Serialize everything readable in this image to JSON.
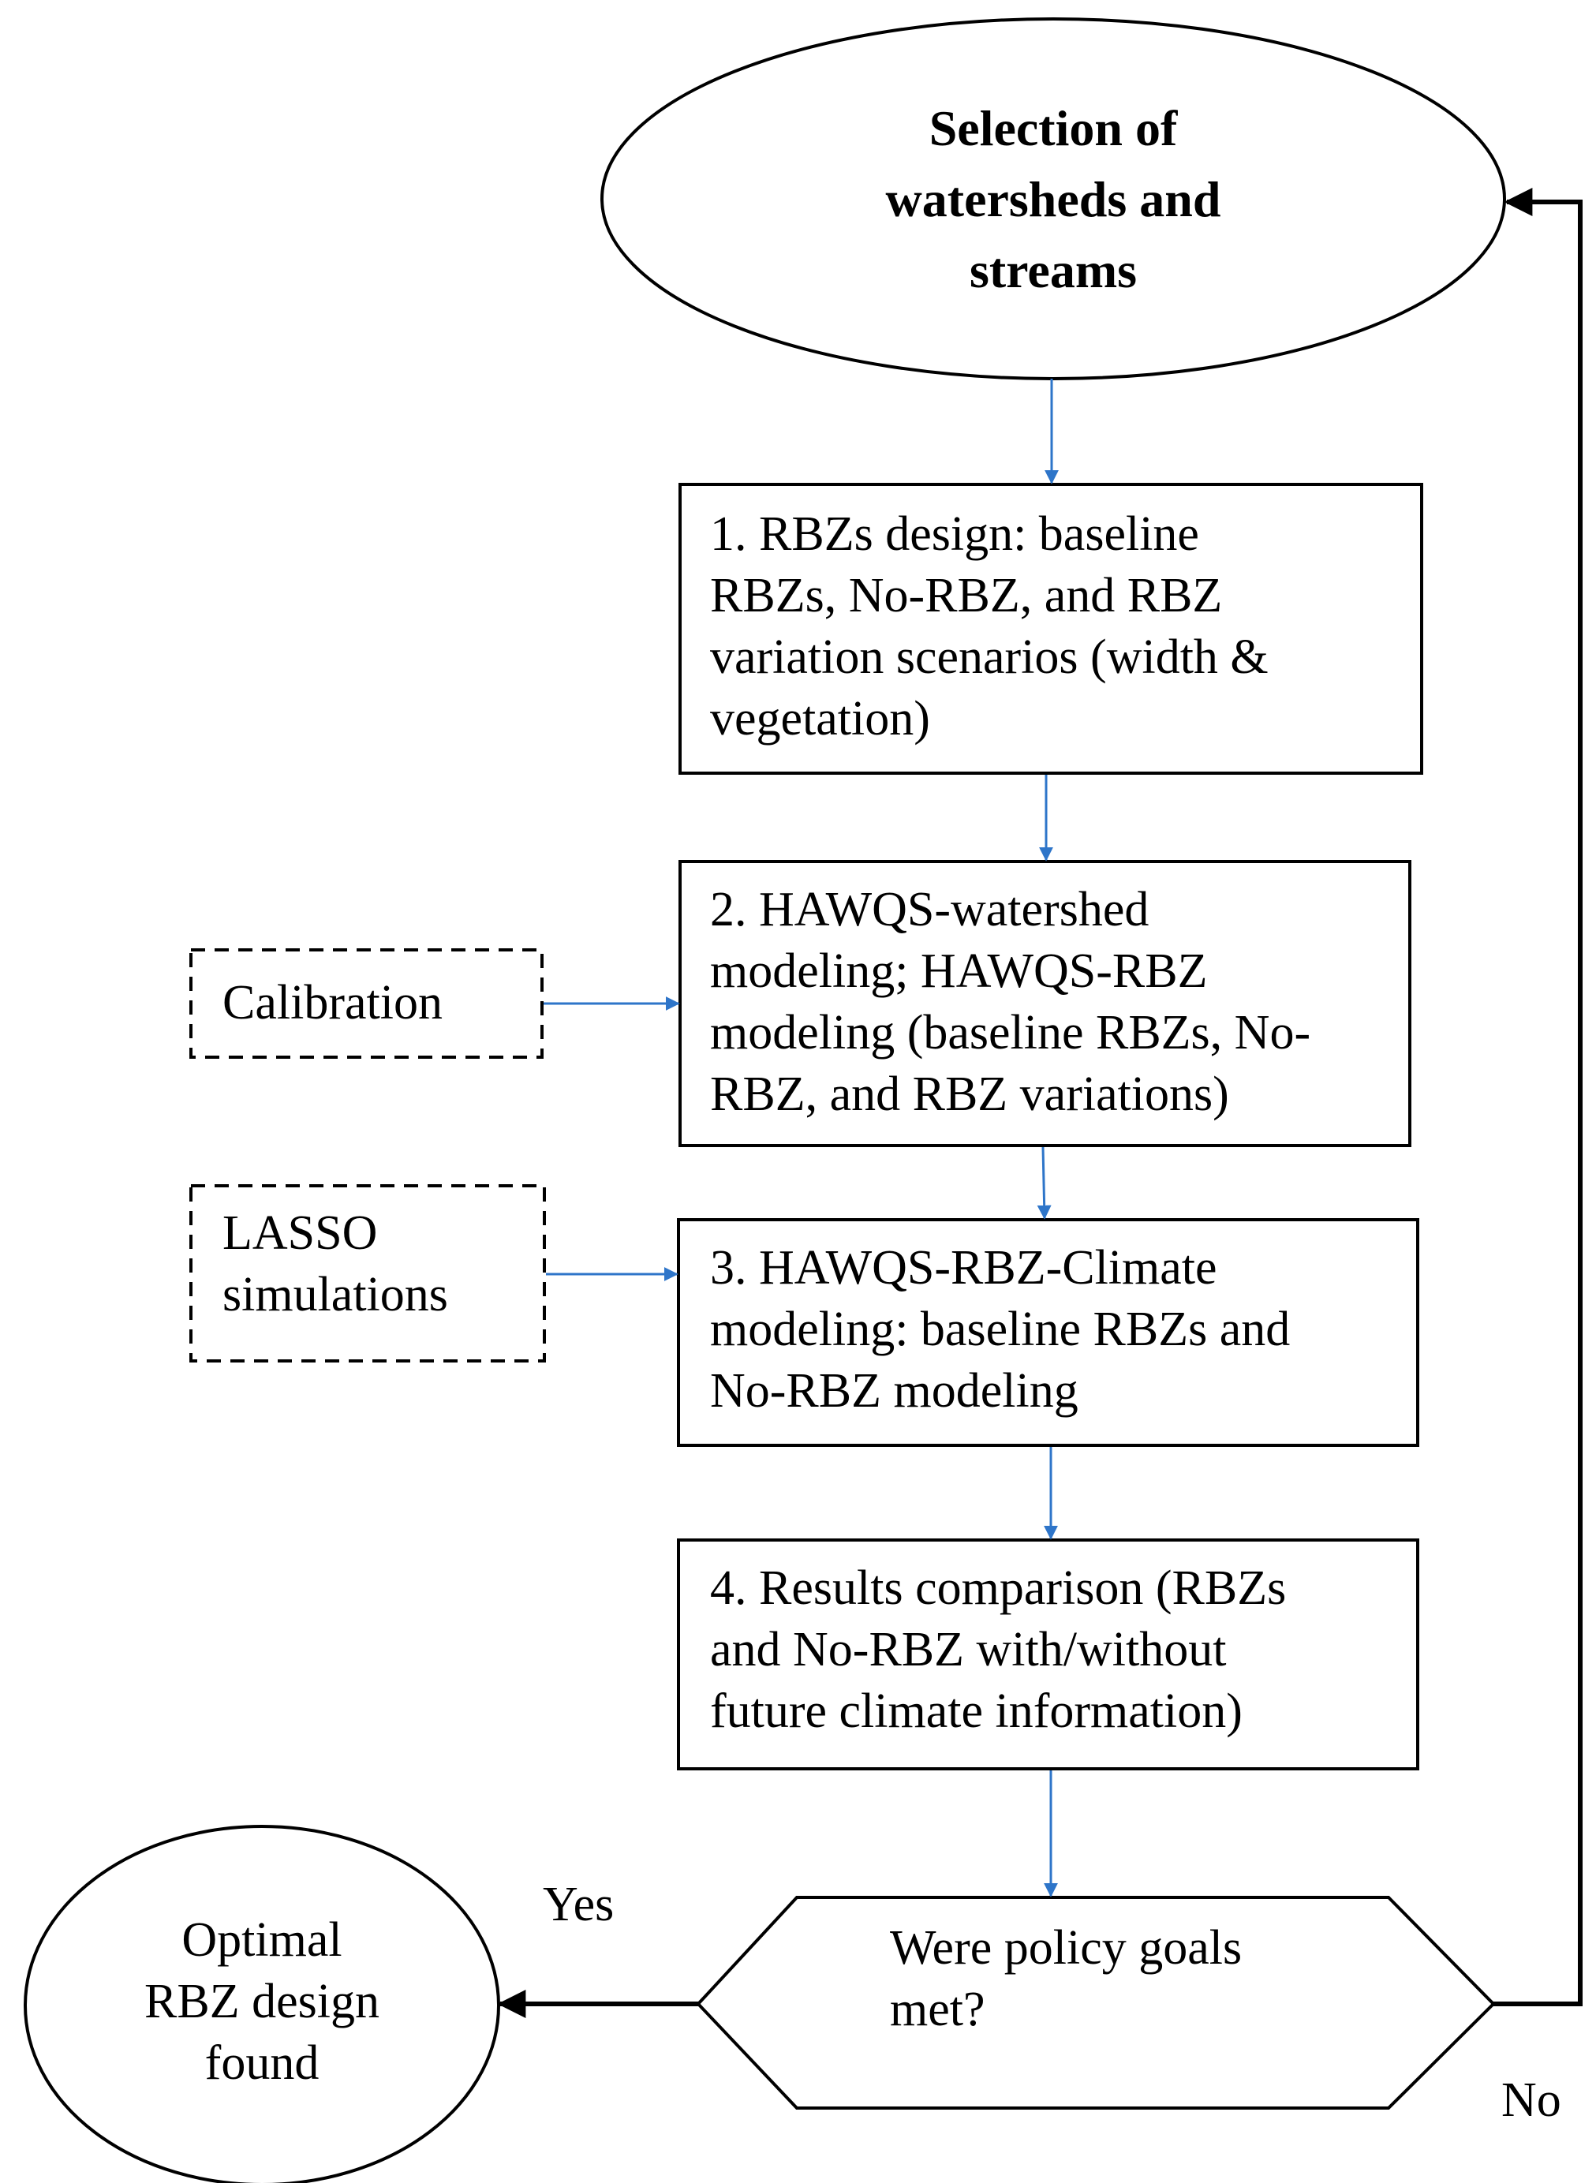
{
  "nodes": {
    "start": "Selection of\nwatersheds and\nstreams",
    "step1": "1.  RBZs design: baseline\nRBZs, No-RBZ, and RBZ\nvariation scenarios (width &\nvegetation)",
    "step2": "2. HAWQS-watershed\nmodeling;  HAWQS-RBZ\nmodeling (baseline RBZs, No-\nRBZ, and RBZ variations)",
    "step3": "3. HAWQS-RBZ-Climate\nmodeling: baseline RBZs and\nNo-RBZ modeling",
    "step4": "4. Results comparison (RBZs\nand No-RBZ with/without\nfuture climate information)",
    "calibration": "Calibration",
    "lasso": "LASSO\nsimulations",
    "decision": "Were policy goals\nmet?",
    "end": "Optimal\nRBZ design\nfound"
  },
  "edge_labels": {
    "yes": "Yes",
    "no": "No"
  },
  "colors": {
    "flow_arrow": "#2E75C9",
    "loop_arrow": "#000000",
    "border": "#000000"
  }
}
